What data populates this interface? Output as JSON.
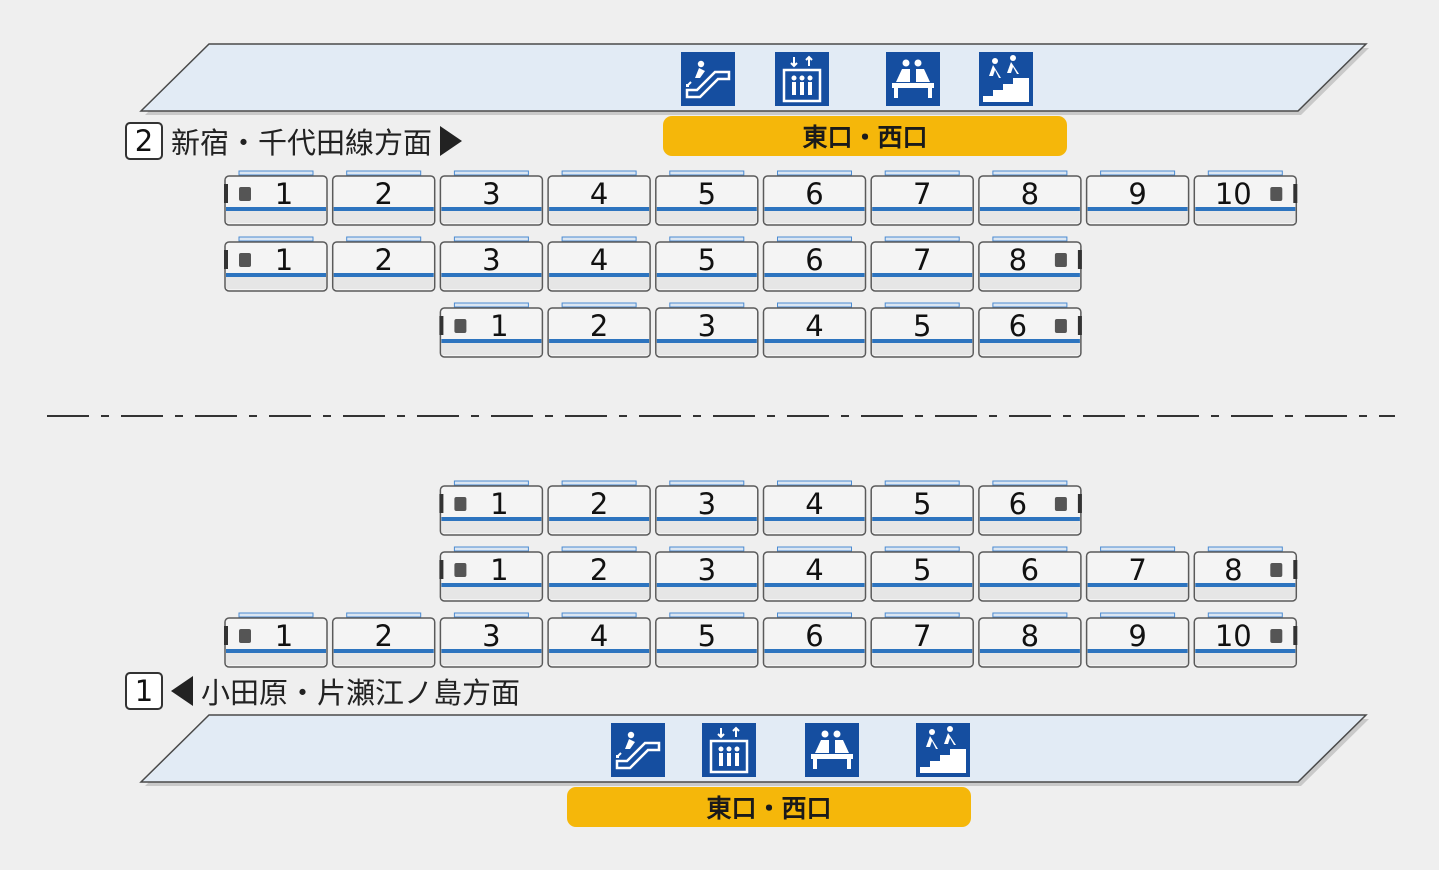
{
  "colors": {
    "background": "#efefef",
    "platform_fill": "#e2ebf5",
    "platform_stroke": "#4a4a4a",
    "car_fill": "#f4f4f4",
    "car_stroke": "#5a5a5a",
    "stripe": "#2d74bf",
    "cab_window": "#555555",
    "exit_bar": "#f5b70a",
    "icon_bg": "#154ea0"
  },
  "top": {
    "track_number": "2",
    "direction": "新宿・千代田線方面",
    "direction_arrow": "right",
    "exit_label": "東口・西口",
    "icons": [
      "escalator-icon",
      "elevator-icon",
      "bench-icon",
      "stairs-icon"
    ]
  },
  "bottom": {
    "track_number": "1",
    "direction": "小田原・片瀬江ノ島方面",
    "direction_arrow": "left",
    "exit_label": "東口・西口",
    "icons": [
      "escalator-icon",
      "elevator-icon",
      "bench-icon",
      "stairs-icon"
    ]
  },
  "trains_top": [
    {
      "cars": [
        "1",
        "2",
        "3",
        "4",
        "5",
        "6",
        "7",
        "8",
        "9",
        "10"
      ]
    },
    {
      "cars": [
        "1",
        "2",
        "3",
        "4",
        "5",
        "6",
        "7",
        "8"
      ]
    },
    {
      "cars": [
        "1",
        "2",
        "3",
        "4",
        "5",
        "6"
      ]
    }
  ],
  "trains_bottom": [
    {
      "cars": [
        "1",
        "2",
        "3",
        "4",
        "5",
        "6"
      ]
    },
    {
      "cars": [
        "1",
        "2",
        "3",
        "4",
        "5",
        "6",
        "7",
        "8"
      ]
    },
    {
      "cars": [
        "1",
        "2",
        "3",
        "4",
        "5",
        "6",
        "7",
        "8",
        "9",
        "10"
      ]
    }
  ]
}
